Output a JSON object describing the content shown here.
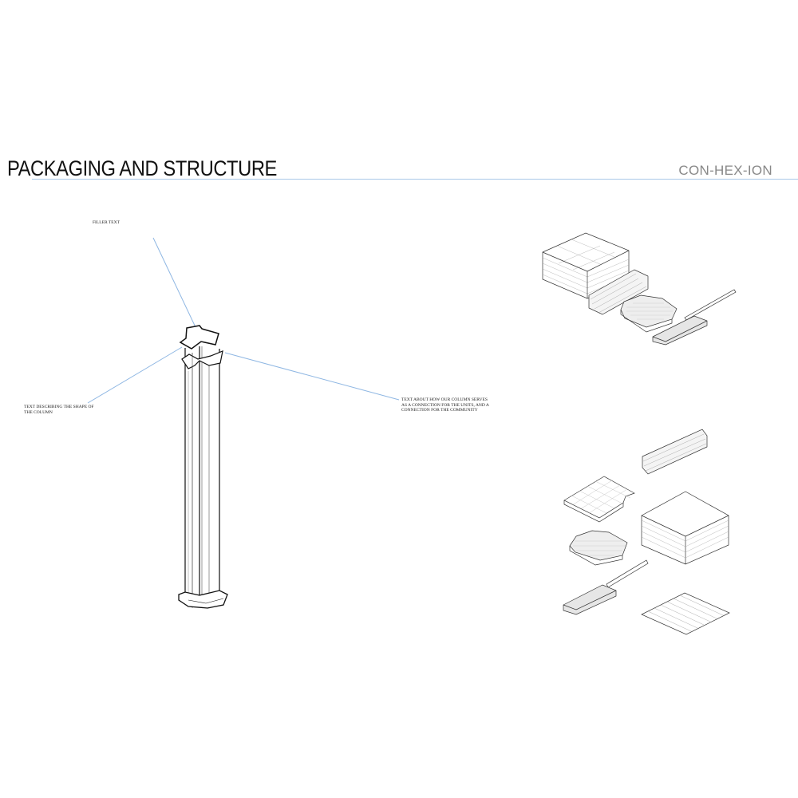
{
  "header": {
    "title": "PACKAGING AND STRUCTURE",
    "project": "CON-HEX-ION"
  },
  "annotations": {
    "top": "FILLER TEXT",
    "left": [
      "TEXT DESCRIBING THE SHAPE OF",
      "THE COLUMN"
    ],
    "right": [
      "TEXT ABOUT HOW OUR COLUMN SERVES",
      "AS A CONNECTION FOR THE UNITS, AND A",
      "CONNECTION FOR THE COMMUNITY"
    ]
  },
  "colors": {
    "leader": "#8fb7e3",
    "rule": "#a9c8e8",
    "ink": "#111111"
  }
}
